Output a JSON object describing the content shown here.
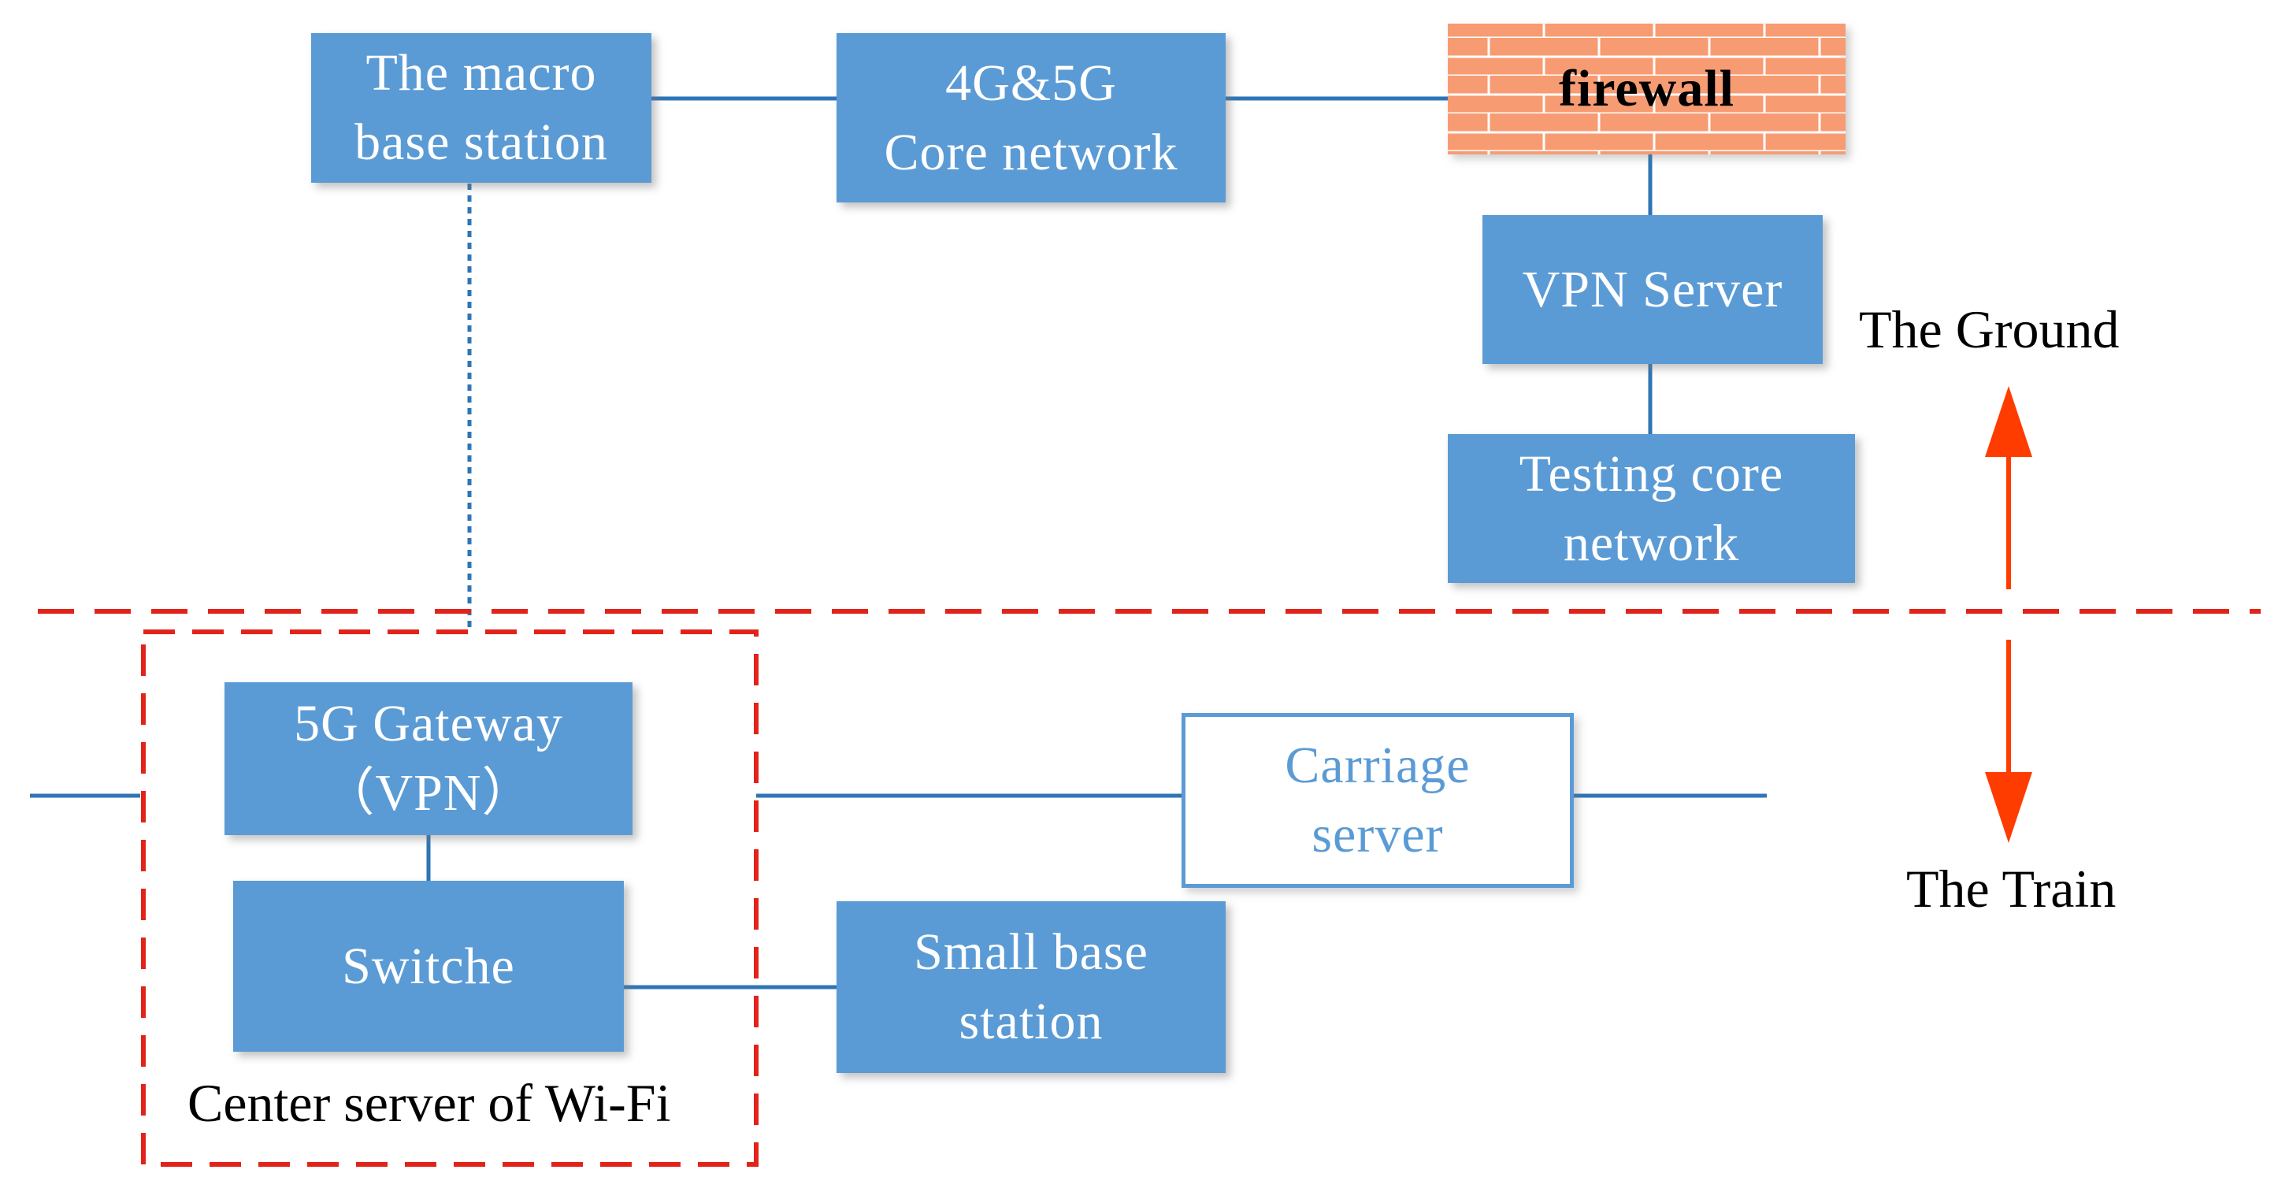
{
  "colors": {
    "box_fill": "#5b9bd5",
    "line": "#2e75b6",
    "boundary": "#e2231a",
    "arrow": "#ff3c00",
    "firewall_brick": "#f79b73",
    "text_on_box": "#ffffff",
    "label_text": "#000000"
  },
  "nodes": {
    "macro_base_station": {
      "line1": "The macro",
      "line2": "base station"
    },
    "core_network": {
      "line1": "4G&5G",
      "line2": "Core network"
    },
    "firewall": {
      "label": "firewall",
      "icon": "brick-wall"
    },
    "vpn_server": {
      "label": "VPN Server"
    },
    "testing_core_network": {
      "line1": "Testing core",
      "line2": "network"
    },
    "gateway_5g": {
      "line1": "5G Gateway",
      "line2": "（VPN）"
    },
    "switche": {
      "label": "Switche"
    },
    "carriage_server": {
      "line1": "Carriage",
      "line2": "server"
    },
    "small_base_station": {
      "line1": "Small base",
      "line2": "station"
    }
  },
  "labels": {
    "ground": "The Ground",
    "train": "The Train",
    "wifi_center": "Center server of Wi-Fi"
  }
}
